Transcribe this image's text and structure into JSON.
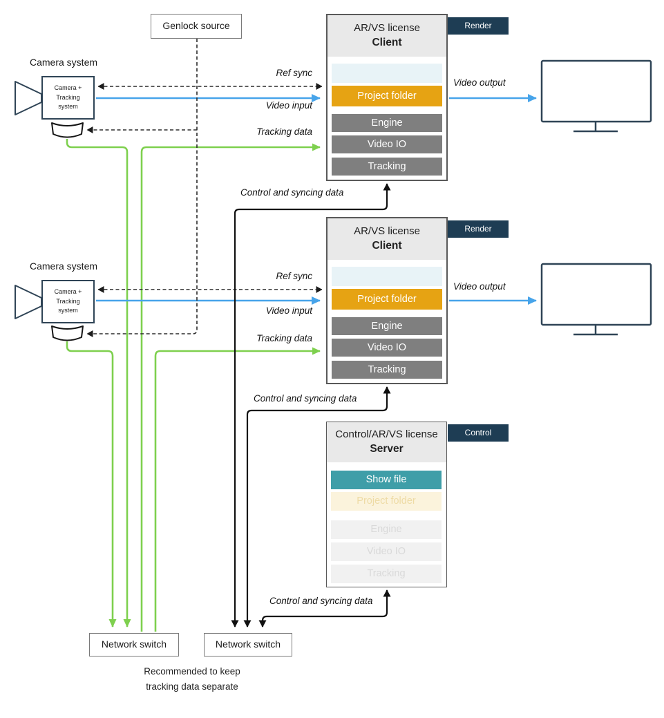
{
  "genlock": {
    "label": "Genlock source"
  },
  "cameras": [
    {
      "title": "Camera system",
      "device": [
        "Camera +",
        "Tracking",
        "system"
      ]
    },
    {
      "title": "Camera system",
      "device": [
        "Camera +",
        "Tracking",
        "system"
      ]
    }
  ],
  "clients": [
    {
      "license": "AR/VS license",
      "role": "Client",
      "tag": "Render",
      "rows": {
        "slot": "",
        "project": "Project folder",
        "engine": "Engine",
        "video_io": "Video IO",
        "tracking": "Tracking"
      }
    },
    {
      "license": "AR/VS license",
      "role": "Client",
      "tag": "Render",
      "rows": {
        "slot": "",
        "project": "Project folder",
        "engine": "Engine",
        "video_io": "Video IO",
        "tracking": "Tracking"
      }
    }
  ],
  "server": {
    "license": "Control/AR/VS license",
    "role": "Server",
    "tag": "Control",
    "rows": {
      "show_file": "Show file",
      "project": "Project folder",
      "engine": "Engine",
      "video_io": "Video IO",
      "tracking": "Tracking"
    }
  },
  "switches": [
    {
      "label": "Network switch"
    },
    {
      "label": "Network switch"
    }
  ],
  "flow_labels": {
    "ref_sync": "Ref sync",
    "video_input": "Video input",
    "tracking_data": "Tracking data",
    "video_output": "Video output",
    "control_sync": "Control and syncing data"
  },
  "note": {
    "line1": "Recommended to keep",
    "line2": "tracking data separate"
  },
  "icons": {
    "camera": "camera-icon",
    "tracking_sensor": "tracking-sensor-icon",
    "monitor": "monitor-icon"
  },
  "colors": {
    "tag_navy": "#1e3d54",
    "project_orange": "#e6a313",
    "show_file_teal": "#3f9ea8",
    "module_gray": "#7f7f7f",
    "slot_pale_blue": "#e8f3f7",
    "faded_cream_bg": "#fbf3dc",
    "faded_gray_bg": "#f1f1f1",
    "header_gray": "#e9e9e9",
    "tracking_green": "#7ed04e",
    "video_blue": "#47a4ea",
    "outline_navy": "#2f4456",
    "line_black": "#101010"
  }
}
